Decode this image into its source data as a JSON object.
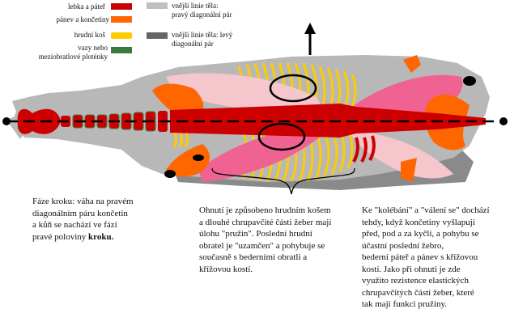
{
  "legend": {
    "skull_spine": {
      "label": "lebka a páteř",
      "color": "#cc0000"
    },
    "pelvis_limbs": {
      "label": "pánev a končetiny",
      "color": "#ff6600"
    },
    "ribcage": {
      "label": "hrudní koš",
      "color": "#ffcc00"
    },
    "ligaments": {
      "label": "vazy nebo meziobratlové ploténky",
      "label_line1": "vazy nebo",
      "label_line2": "meziobratlové ploténky",
      "color": "#3a7a3a"
    },
    "outline_right": {
      "label_line1": "vnější linie těla:",
      "label_line2": "pravý diagonální pár",
      "color": "#c0c0c0"
    },
    "outline_left": {
      "label_line1": "vnější linie těla: levý",
      "label_line2": "diagonální pár",
      "color": "#666666"
    }
  },
  "colors": {
    "pink_light": "#f5c6cc",
    "pink_dark": "#f06292",
    "body_gray": "#b8b8b8",
    "body_dark": "#8a8a8a"
  },
  "captions": {
    "left": {
      "lines": [
        "Fáze kroku: váha na pravém",
        "diagonálním páru končetin",
        "a kůň se nachází ve fázi"
      ],
      "last_prefix": "pravé poloviny ",
      "last_bold": "kroku."
    },
    "middle": {
      "lines": [
        "Ohnutí je způsobeno hrudním košem",
        "a dlouhé chrupavčité části žeber mají",
        "úlohu \"pružin\". Poslední hrudní",
        "obratel je \"uzamčen\" a pohybuje se",
        "současně s bederními obratli a",
        "křížovou kostí."
      ]
    },
    "right": {
      "lines": [
        "Ke \"kolébání\" a \"válení se\" dochází",
        "tehdy, když končetiny vyšlapují",
        "před, pod a za kyčlí, a pohybu se",
        "účastní poslední žebro,",
        "bederní páteř a pánev s křížovou",
        "kostí. Jako při ohnutí je zde",
        "využito rezistence elastických",
        "chrupavčitých částí žeber, které",
        "tak mají funkci pružiny."
      ]
    }
  }
}
